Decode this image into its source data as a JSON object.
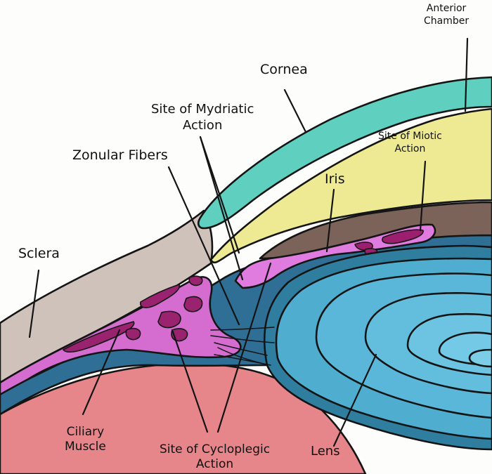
{
  "labels": {
    "anterior_chamber": "Anterior\nChamber",
    "cornea": "Cornea",
    "mydriatic": "Site of Mydriatic\nAction",
    "miotic": "Site of Miotic\nAction",
    "zonular": "Zonular Fibers",
    "iris": "Iris",
    "sclera": "Sclera",
    "ciliary": "Ciliary\nMuscle",
    "cycloplegic": "Site of Cycloplegic\nAction",
    "lens": "Lens"
  },
  "colors": {
    "cornea": "#5ecdbf",
    "anterior_chamber": "#ece98e",
    "iris": "#7a6258",
    "mydriatic_muscle": "#dd6fd8",
    "miotic_muscle": "#9b1f6e",
    "ciliary_body": "#2f6f94",
    "lens": "#55b3d9",
    "vitreous": "#e27a7d",
    "sclera": "#cdbfb8"
  }
}
